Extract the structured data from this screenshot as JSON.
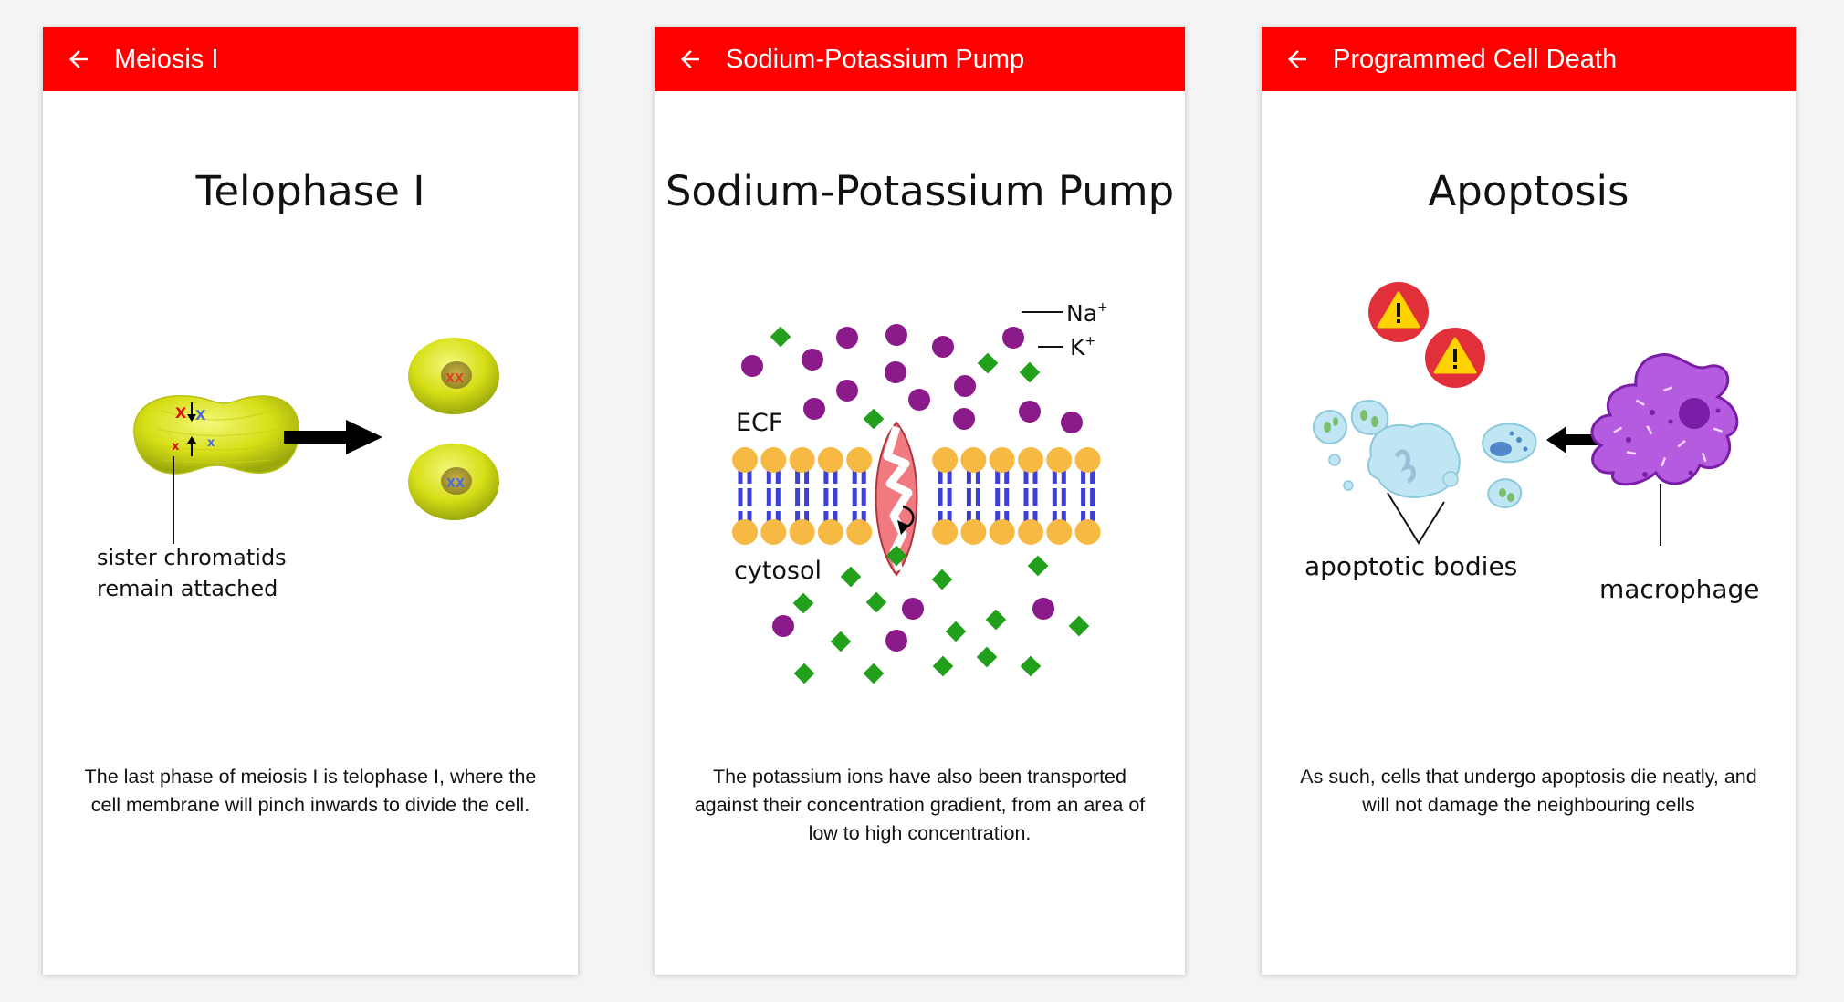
{
  "screens": [
    {
      "header_title": "Meiosis I",
      "slide_title": "Telophase I",
      "labels": {
        "chromatids_line1": "sister chromatids",
        "chromatids_line2": "remain attached"
      },
      "caption": "The last phase of meiosis I is telophase I, where the cell membrane will pinch inwards to divide the cell."
    },
    {
      "header_title": "Sodium-Potassium Pump",
      "slide_title": "Sodium-Potassium Pump",
      "labels": {
        "na": "Na",
        "k": "K",
        "plus": "+",
        "ecf": "ECF",
        "cytosol": "cytosol"
      },
      "caption": "The potassium ions have also been transported against their concentration gradient, from an area of low to high concentration."
    },
    {
      "header_title": "Programmed Cell Death",
      "slide_title": "Apoptosis",
      "labels": {
        "apoptotic_bodies": "apoptotic bodies",
        "macrophage": "macrophage"
      },
      "caption": "As such, cells that undergo apoptosis die neatly, and will not damage the neighbouring cells"
    }
  ],
  "colors": {
    "header": "#ff0000",
    "sodium": "#8b1a8b",
    "potassium": "#22a01c",
    "lipid_head": "#f5b944",
    "lipid_tail": "#3d3fd6",
    "pump": "#f07a80",
    "cell": "#d9e21a",
    "macrophage": "#b55be0",
    "apoptotic_body": "#bfe6f2"
  },
  "icons": [
    "back-arrow-icon",
    "warning-icon"
  ]
}
